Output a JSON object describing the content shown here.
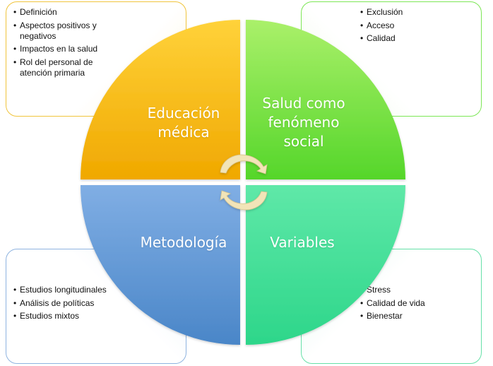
{
  "quadrants": {
    "top_left": {
      "label_line1": "Educación",
      "label_line2": "médica",
      "items": [
        "Definición",
        "Aspectos positivos y negativos",
        "Impactos en la salud",
        "Rol del personal de atención primaria"
      ],
      "color_top": "#ffd23a",
      "color_bottom": "#f0a800"
    },
    "top_right": {
      "label_line1": "Salud como",
      "label_line2": "fenómeno",
      "label_line3": "social",
      "items": [
        "Exclusión",
        "Acceso",
        "Calidad"
      ],
      "color_top": "#aaf06a",
      "color_bottom": "#55d62a"
    },
    "bottom_left": {
      "label_line1": "Metodología",
      "items": [
        "Estudios longitudinales",
        "Análisis de políticas",
        "Estudios mixtos"
      ],
      "color_top": "#80aee4",
      "color_bottom": "#4a86c8"
    },
    "bottom_right": {
      "label_line1": "Variables",
      "items": [
        "Stress",
        "Calidad de vida",
        "Bienestar"
      ],
      "color_top": "#5fe8a8",
      "color_bottom": "#2dd68a"
    }
  },
  "cycle_arrow_color": "#f2e4b8"
}
